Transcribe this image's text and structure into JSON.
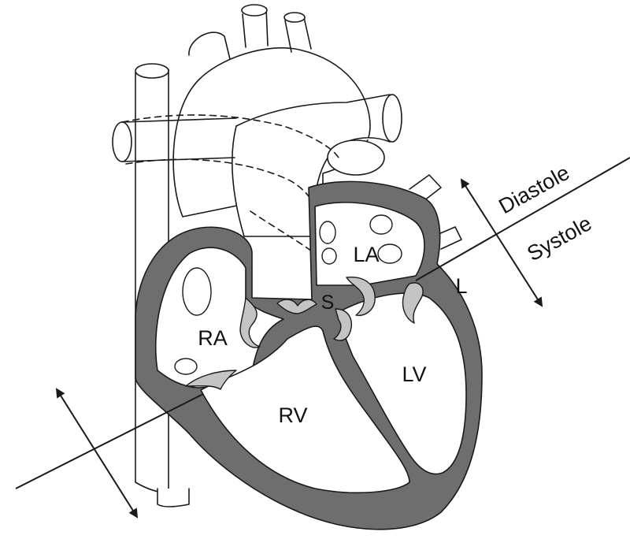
{
  "labels": {
    "right_atrium": "RA",
    "left_atrium": "LA",
    "right_ventricle": "RV",
    "left_ventricle": "LV",
    "septum": "S",
    "l_marker": "L",
    "diastole": "Diastole",
    "systole": "Systole"
  },
  "colors": {
    "muscle_wall": "#6e6e6e",
    "valve": "#c4c4c4",
    "outline": "#1a1a1a",
    "background": "#ffffff"
  }
}
